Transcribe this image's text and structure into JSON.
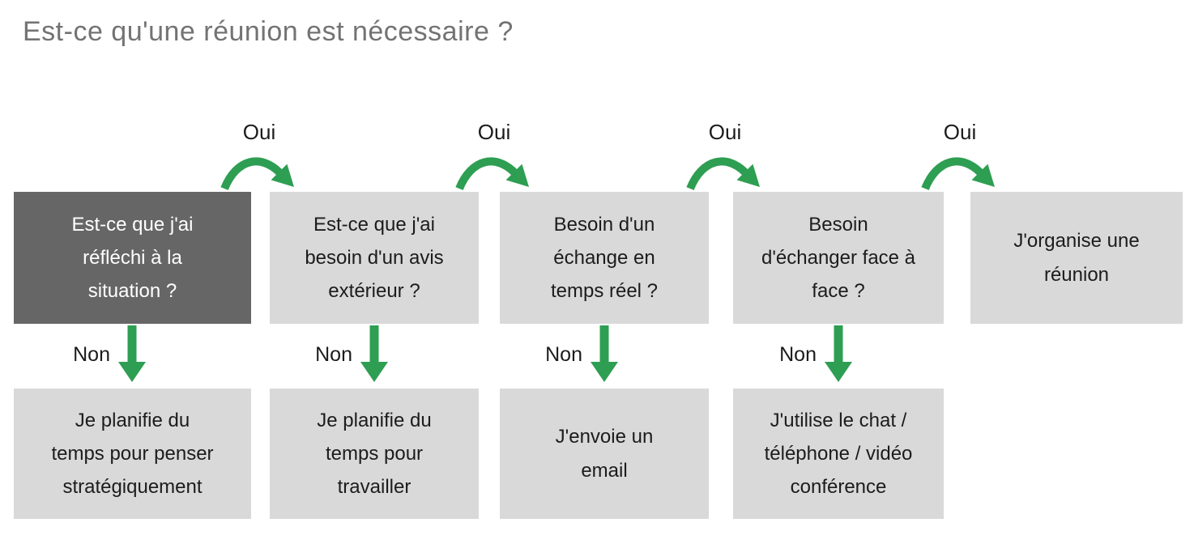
{
  "title": "Est-ce qu'une réunion est nécessaire ?",
  "colors": {
    "arrow_green": "#2e9e52",
    "dark_box_bg": "#666667",
    "light_box_bg": "#d9d9d9",
    "title_text": "#737373",
    "box_text": "#1c1c1c",
    "dark_box_text": "#ffffff"
  },
  "flow": {
    "yes_label": "Oui",
    "no_label": "Non",
    "steps": [
      {
        "question": "Est-ce que j'ai\nréfléchi à la\nsituation ?",
        "no_outcome": "Je planifie du\ntemps pour penser\nstratégiquement"
      },
      {
        "question": "Est-ce que j'ai\nbesoin d'un avis\nextérieur ?",
        "no_outcome": "Je planifie du\ntemps pour\ntravailler"
      },
      {
        "question": "Besoin d'un\néchange en\ntemps réel ?",
        "no_outcome": "J'envoie un\nemail"
      },
      {
        "question": "Besoin\nd'échanger face à\nface ?",
        "no_outcome": "J'utilise le chat /\ntéléphone / vidéo\nconférence"
      }
    ],
    "final": "J'organise une\nréunion"
  }
}
